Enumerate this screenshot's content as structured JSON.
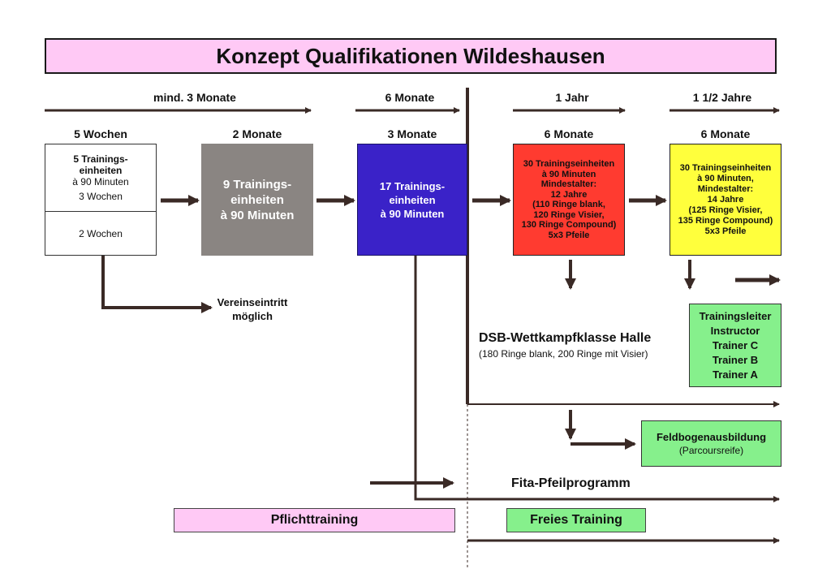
{
  "title": "Konzept Qualifikationen Wildeshausen",
  "timeline": {
    "mind3": "mind. 3 Monate",
    "m6": "6 Monate",
    "y1": "1 Jahr",
    "y15": "1 1/2 Jahre"
  },
  "durations": {
    "w5": "5 Wochen",
    "m2": "2 Monate",
    "m3": "3 Monate",
    "m6a": "6 Monate",
    "m6b": "6 Monate"
  },
  "box1": {
    "l1": "5 Trainings-",
    "l2": "einheiten",
    "l3": "à 90 Minuten",
    "l4": "3 Wochen",
    "bottom": "2 Wochen"
  },
  "box2": {
    "l1": "9 Trainings-",
    "l2": "einheiten",
    "l3": "à 90 Minuten"
  },
  "box3": {
    "l1": "17 Trainings-",
    "l2": "einheiten",
    "l3": "à 90 Minuten"
  },
  "box4": {
    "l1": "30 Trainingseinheiten",
    "l2": "à 90 Minuten",
    "l3": "Mindestalter:",
    "l4": "12 Jahre",
    "l5": "(110 Ringe blank,",
    "l6": "120 Ringe Visier,",
    "l7": "130 Ringe Compound)",
    "l8": "5x3 Pfeile"
  },
  "box5": {
    "l1": "30 Trainingseinheiten",
    "l2": "à 90 Minuten,",
    "l3": "Mindestalter:",
    "l4": "14 Jahre",
    "l5": "(125 Ringe Visier,",
    "l6": "135 Ringe Compound)",
    "l7": "5x3 Pfeile"
  },
  "verein": {
    "l1": "Vereinseintritt",
    "l2": "möglich"
  },
  "dsb": {
    "title": "DSB-Wettkampfklasse Halle",
    "sub": "(180 Ringe blank, 200 Ringe mit Visier)"
  },
  "trainer": [
    "Trainingsleiter",
    "Instructor",
    "Trainer C",
    "Trainer B",
    "Trainer A"
  ],
  "feldbogen": {
    "title": "Feldbogenausbildung",
    "sub": "(Parcoursreife)"
  },
  "fita": "Fita-Pfeilprogramm",
  "pflicht": "Pflichttraining",
  "frei": "Freies Training",
  "colors": {
    "title_bg": "#ffc9f5",
    "gray": "#8a8582",
    "blue": "#3a22c8",
    "red": "#ff3b30",
    "yellow": "#ffff3c",
    "green": "#86f08c",
    "pink": "#ffc9f5",
    "line": "#3a2a26"
  }
}
